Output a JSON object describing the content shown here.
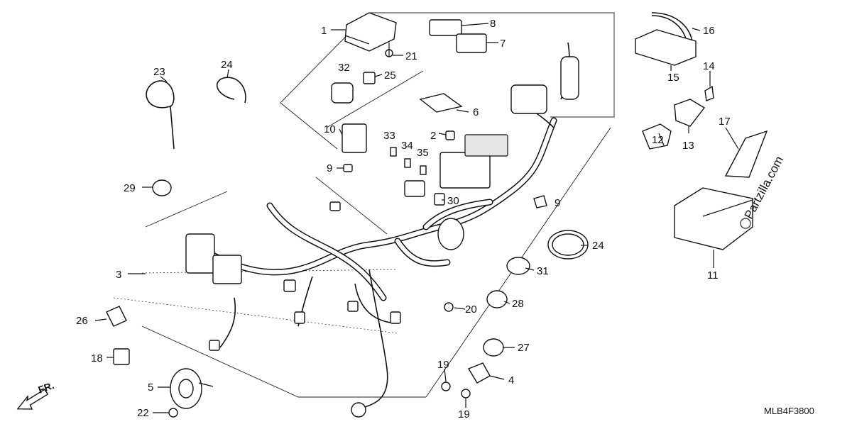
{
  "diagram": {
    "code": "MLB4F3800",
    "direction_label": "FR.",
    "watermark": "Partzilla.com",
    "callouts": [
      "1",
      "2",
      "3",
      "4",
      "5",
      "6",
      "7",
      "8",
      "9",
      "9",
      "10",
      "11",
      "12",
      "13",
      "14",
      "15",
      "16",
      "17",
      "18",
      "19",
      "19",
      "20",
      "21",
      "22",
      "23",
      "24",
      "24",
      "25",
      "26",
      "27",
      "28",
      "29",
      "30",
      "31",
      "32",
      "33",
      "34",
      "35"
    ]
  }
}
